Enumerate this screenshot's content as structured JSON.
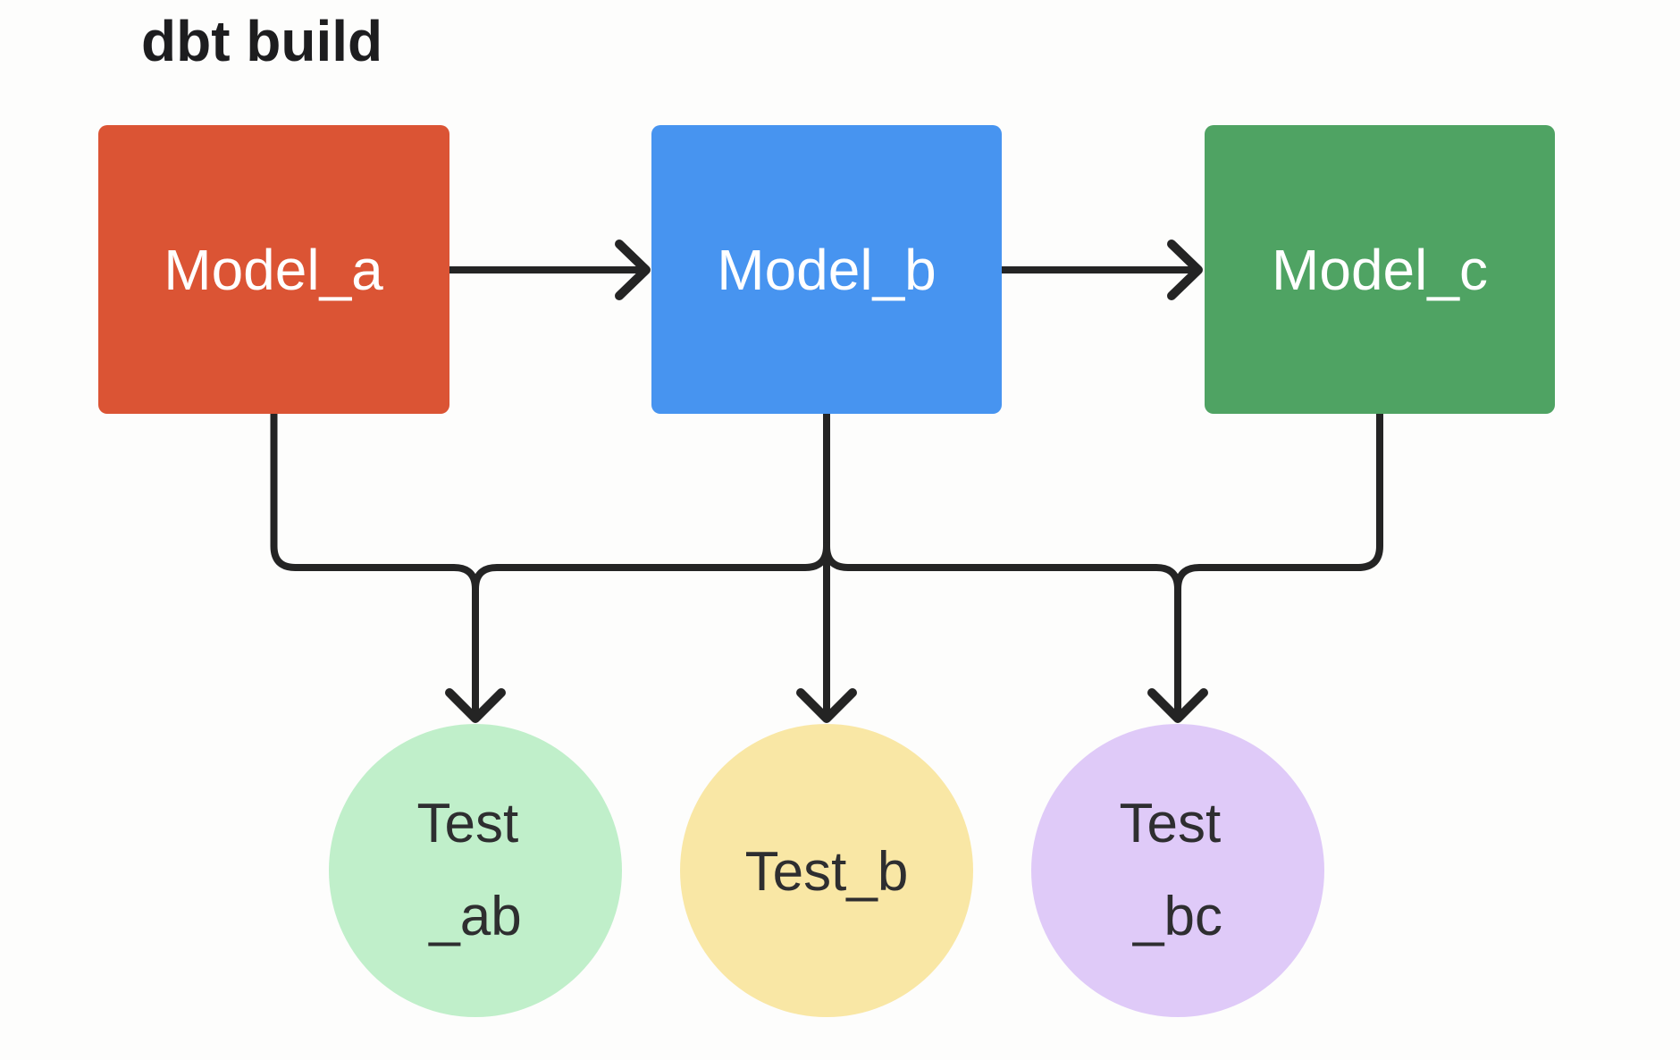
{
  "title": "dbt build",
  "colors": {
    "background": "#FDFDFC",
    "line": "#242424",
    "title_text": "#1D1D1F",
    "box_text": "#FFFFFF",
    "circle_text": "#2E2E30"
  },
  "nodes": {
    "model_a": {
      "id": "model_a",
      "label": "Model_a",
      "shape": "rectangle",
      "color": "#DB5434"
    },
    "model_b": {
      "id": "model_b",
      "label": "Model_b",
      "shape": "rectangle",
      "color": "#4794F0"
    },
    "model_c": {
      "id": "model_c",
      "label": "Model_c",
      "shape": "rectangle",
      "color": "#4FA363"
    },
    "test_ab": {
      "id": "test_ab",
      "label": "Test _ab",
      "label_lines": [
        "Test",
        "_ab"
      ],
      "shape": "circle",
      "color": "#C0EFCA"
    },
    "test_b": {
      "id": "test_b",
      "label": "Test_b",
      "label_lines": [
        "Test_b"
      ],
      "shape": "circle",
      "color": "#F9E7A5"
    },
    "test_bc": {
      "id": "test_bc",
      "label": "Test _bc",
      "label_lines": [
        "Test",
        "_bc"
      ],
      "shape": "circle",
      "color": "#DFCAF8"
    }
  },
  "edges": [
    {
      "from": "model_a",
      "to": "model_b"
    },
    {
      "from": "model_b",
      "to": "model_c"
    },
    {
      "from": "model_a",
      "to": "test_ab"
    },
    {
      "from": "model_b",
      "to": "test_ab"
    },
    {
      "from": "model_b",
      "to": "test_b"
    },
    {
      "from": "model_b",
      "to": "test_bc"
    },
    {
      "from": "model_c",
      "to": "test_bc"
    }
  ]
}
